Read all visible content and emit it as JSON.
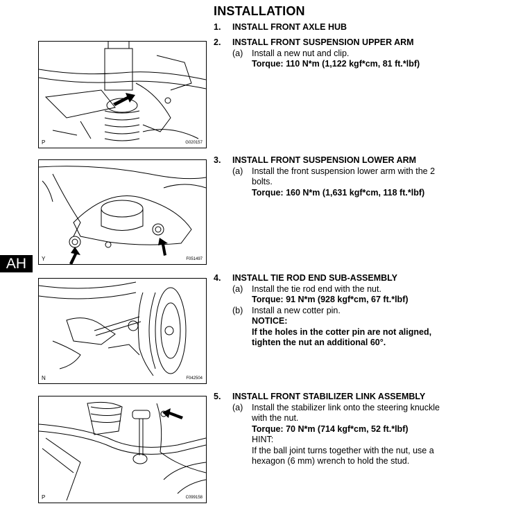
{
  "section_tab": "AH",
  "title": "INSTALLATION",
  "steps": [
    {
      "num": "1.",
      "heading": "INSTALL FRONT AXLE HUB"
    },
    {
      "num": "2.",
      "heading": "INSTALL FRONT SUSPENSION UPPER ARM",
      "subs": [
        {
          "letter": "(a)",
          "text": "Install a new nut and clip.",
          "torque": "Torque: 110 N*m (1,122 kgf*cm, 81 ft.*lbf)"
        }
      ]
    },
    {
      "num": "3.",
      "heading": "INSTALL FRONT SUSPENSION LOWER ARM",
      "subs": [
        {
          "letter": "(a)",
          "text1": "Install the front suspension lower arm with the 2",
          "text2": "bolts.",
          "torque": "Torque: 160 N*m (1,631 kgf*cm, 118 ft.*lbf)"
        }
      ]
    },
    {
      "num": "4.",
      "heading": "INSTALL TIE ROD END SUB-ASSEMBLY",
      "subs": [
        {
          "letter": "(a)",
          "text": "Install the tie rod end with the nut.",
          "torque": "Torque: 91 N*m (928 kgf*cm, 67 ft.*lbf)"
        },
        {
          "letter": "(b)",
          "text": "Install a new cotter pin.",
          "notice_label": "NOTICE:",
          "notice1": "If the holes in the cotter pin are not aligned,",
          "notice2": "tighten the nut an additional 60°."
        }
      ]
    },
    {
      "num": "5.",
      "heading": "INSTALL FRONT STABILIZER LINK ASSEMBLY",
      "subs": [
        {
          "letter": "(a)",
          "text1": "Install the stabilizer link onto the steering knuckle",
          "text2": "with the nut.",
          "torque": "Torque: 70 N*m (714 kgf*cm, 52 ft.*lbf)",
          "hint_label": "HINT:",
          "hint1": "If the ball joint turns together with the nut, use a",
          "hint2": "hexagon (6 mm) wrench to hold the stud."
        }
      ]
    }
  ],
  "figures": [
    {
      "corner": "P",
      "code": "G020157"
    },
    {
      "corner": "Y",
      "code": "F051497"
    },
    {
      "corner": "N",
      "code": "F042504"
    },
    {
      "corner": "P",
      "code": "C099158"
    }
  ]
}
